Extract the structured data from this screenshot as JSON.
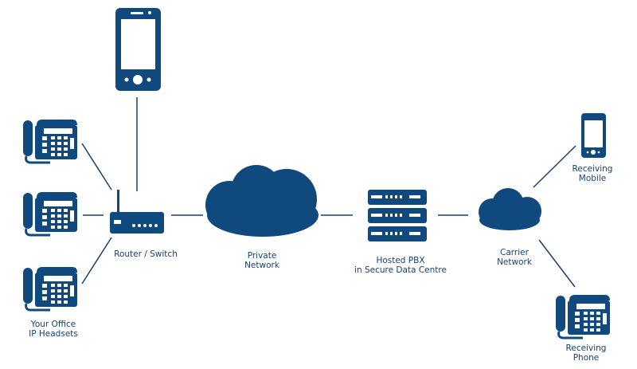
{
  "colors": {
    "icon": "#10497e",
    "line": "#16416f",
    "text": "#16416f",
    "background": "#ffffff"
  },
  "labels": {
    "office": [
      "Your Office",
      "IP Headsets"
    ],
    "router": "Router / Switch",
    "private_network": [
      "Private",
      "Network"
    ],
    "hosted_pbx": [
      "Hosted PBX",
      "in Secure Data Centre"
    ],
    "carrier_network": [
      "Carrier",
      "Network"
    ],
    "receiving_mobile": [
      "Receiving",
      "Mobile"
    ],
    "receiving_phone": [
      "Receiving",
      "Phone"
    ]
  },
  "icons": {
    "smartphone_top": "smartphone-icon",
    "office_phones": "desk-phone-icon",
    "router": "router-icon",
    "private_cloud": "cloud-icon",
    "server": "server-stack-icon",
    "carrier_cloud": "cloud-icon",
    "receiving_mobile": "smartphone-icon",
    "receiving_phone": "desk-phone-icon"
  }
}
